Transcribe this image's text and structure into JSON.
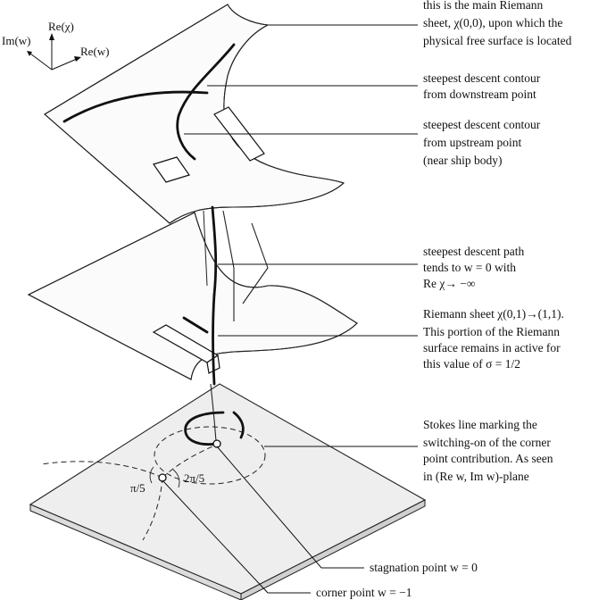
{
  "axes": {
    "re_chi": "Re(χ)",
    "im_w": "Im(w)",
    "re_w": "Re(w)"
  },
  "annotations": [
    {
      "id": "main-sheet",
      "lines": [
        "this is the main Riemann",
        "sheet, χ(0,0), upon which the",
        "physical free surface is located"
      ]
    },
    {
      "id": "downstream-contour",
      "lines": [
        "steepest descent contour",
        "from downstream point"
      ]
    },
    {
      "id": "upstream-contour",
      "lines": [
        "steepest descent contour",
        "from upstream point",
        "(near ship body)"
      ]
    },
    {
      "id": "descent-path",
      "lines": [
        "steepest descent path",
        "tends to w = 0 with",
        "Re χ→ −∞"
      ]
    },
    {
      "id": "second-sheet",
      "lines": [
        "Riemann sheet χ(0,1)→(1,1).",
        "This portion of the Riemann",
        "surface remains in active for",
        "this value of σ = 1/2"
      ]
    },
    {
      "id": "stokes-line",
      "lines": [
        "Stokes line marking the",
        "switching-on of the corner",
        "point contribution. As seen",
        "in (Re w, Im w)-plane"
      ]
    },
    {
      "id": "stagnation",
      "lines": [
        "stagnation point w = 0"
      ]
    },
    {
      "id": "corner",
      "lines": [
        "corner point w = −1"
      ]
    }
  ],
  "angles": {
    "left": "π/5",
    "right": "2π/5"
  }
}
